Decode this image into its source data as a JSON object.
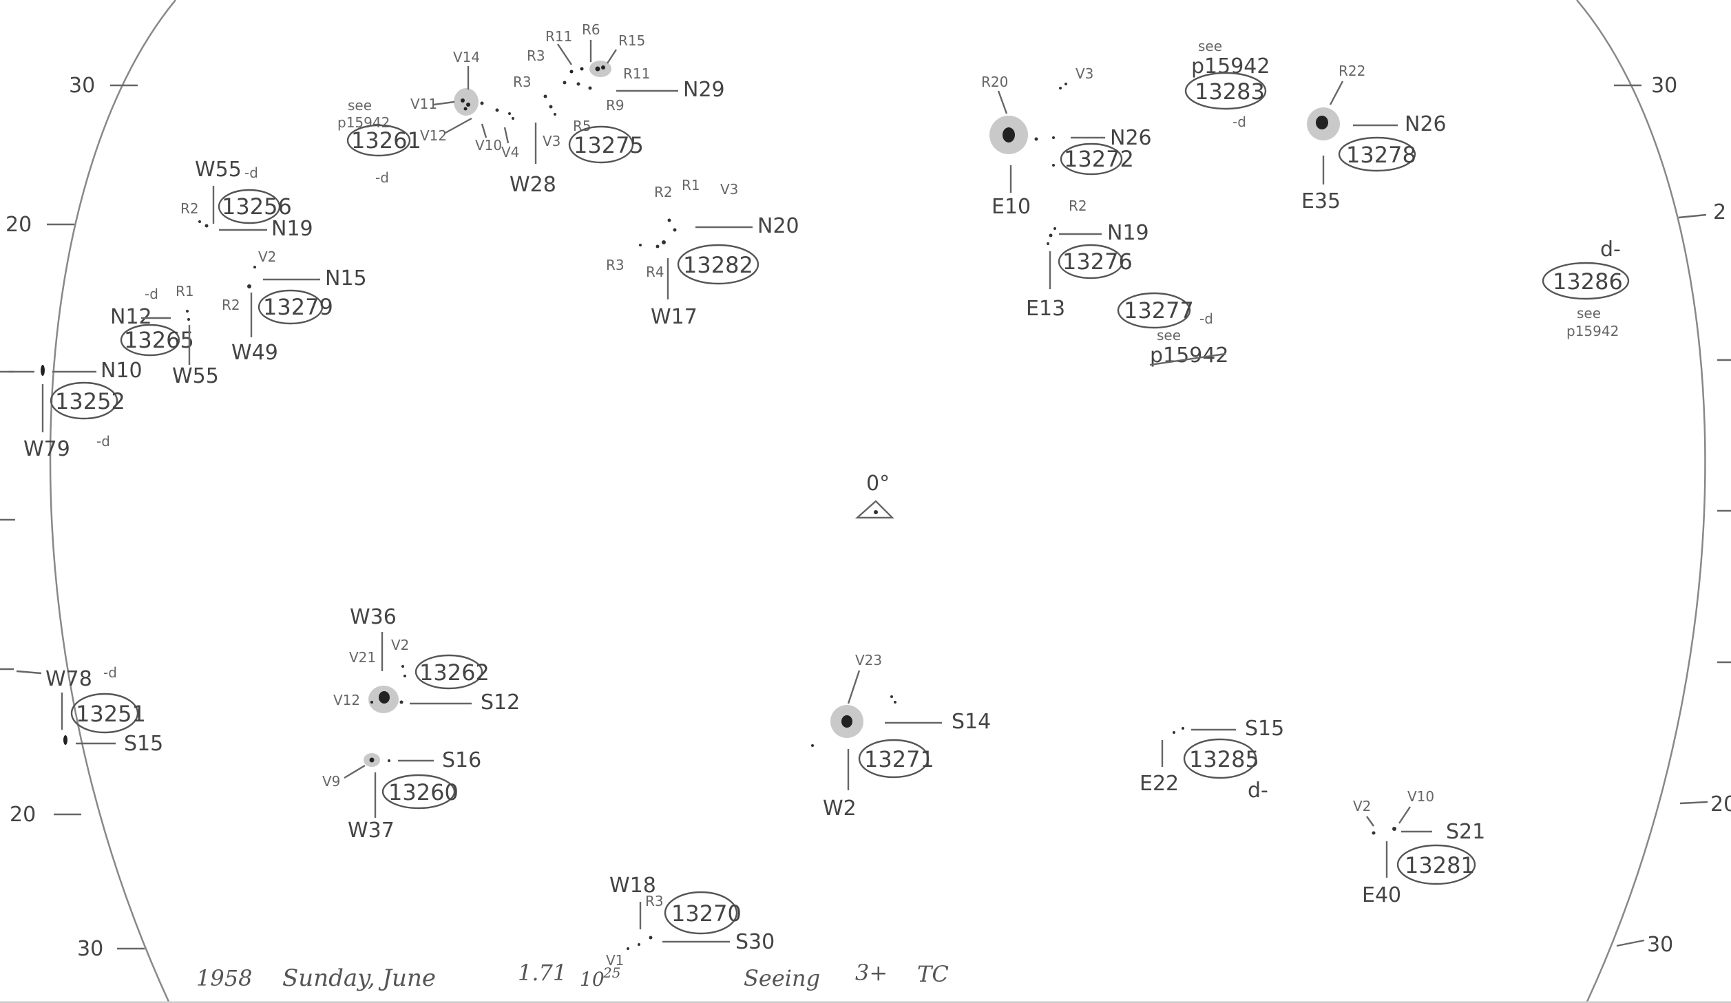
{
  "ticks": [
    {
      "text": "30"
    },
    {
      "text": "20"
    },
    {
      "text": "20"
    },
    {
      "text": "30"
    },
    {
      "text": "30"
    },
    {
      "text": "2"
    },
    {
      "text": "20"
    },
    {
      "text": "30"
    }
  ],
  "center": {
    "deg": "0°"
  },
  "footer": {
    "year": "1958",
    "day": "Sunday, June",
    "date": "1.71",
    "time": "10",
    "time_sup": "25",
    "seeing": "Seeing",
    "seeing_val": "3+",
    "observer": "TC"
  },
  "groups": [
    {
      "num": "13261",
      "labels": [
        "V14",
        "V11",
        "V12",
        "V10",
        "V4",
        "see",
        "p15942",
        "-d"
      ]
    },
    {
      "num": "13275",
      "labels": [
        "R11",
        "R6",
        "R15",
        "R3",
        "R3",
        "R11",
        "R5",
        "R9",
        "V3",
        "W28",
        "N29"
      ]
    },
    {
      "num": "13256",
      "labels": [
        "W55",
        "-d",
        "R2",
        "N19"
      ]
    },
    {
      "num": "13265",
      "labels": [
        "N12",
        "-d",
        "R1",
        "W55"
      ]
    },
    {
      "num": "13279",
      "labels": [
        "V2",
        "N15",
        "R2",
        "W49"
      ]
    },
    {
      "num": "13252",
      "labels": [
        "N10",
        "W79",
        "-d"
      ]
    },
    {
      "num": "13282",
      "labels": [
        "R2",
        "R1",
        "V3",
        "N20",
        "R3",
        "R4",
        "W17"
      ]
    },
    {
      "num": "13272",
      "labels": [
        "R20",
        "V3",
        "N26",
        "E10"
      ]
    },
    {
      "num": "13283",
      "labels": [
        "see",
        "p15942",
        "-d"
      ]
    },
    {
      "num": "13278",
      "labels": [
        "R22",
        "N26",
        "E35"
      ]
    },
    {
      "num": "13276",
      "labels": [
        "R2",
        "N19",
        "E13"
      ]
    },
    {
      "num": "13277",
      "labels": [
        "-d",
        "see",
        "p15942"
      ]
    },
    {
      "num": "13286",
      "labels": [
        "d-",
        "see",
        "p15942"
      ]
    },
    {
      "num": "13251",
      "labels": [
        "W78",
        "-d",
        "S15"
      ]
    },
    {
      "num": "13262",
      "labels": [
        "W36",
        "V21",
        "V2",
        "V12",
        "S12"
      ]
    },
    {
      "num": "13260",
      "labels": [
        "V9",
        "S16",
        "W37"
      ]
    },
    {
      "num": "13271",
      "labels": [
        "V23",
        "S14",
        "W2"
      ]
    },
    {
      "num": "13285",
      "labels": [
        "S15",
        "E22",
        "d-"
      ]
    },
    {
      "num": "13281",
      "labels": [
        "V2",
        "V10",
        "S21",
        "E40"
      ]
    },
    {
      "num": "13270",
      "labels": [
        "W18",
        "R3",
        "V1",
        "S30"
      ]
    }
  ]
}
